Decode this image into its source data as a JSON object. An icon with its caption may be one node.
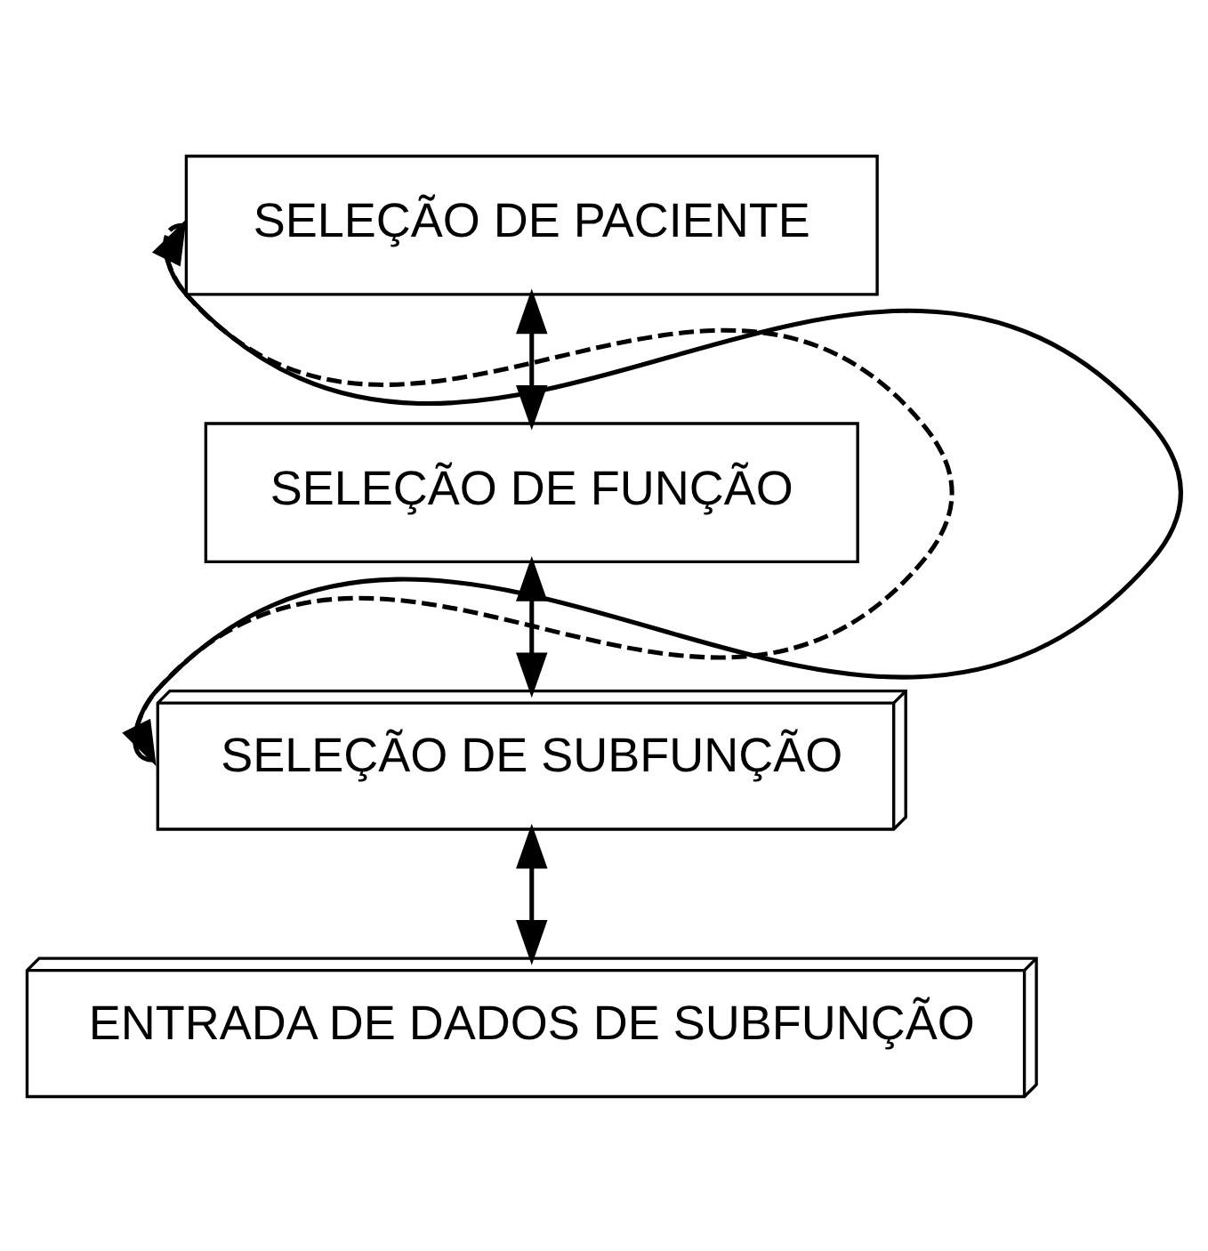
{
  "diagram": {
    "nodes": [
      {
        "text": [
          "SELEÇÃO DE PACIENTE"
        ]
      },
      {
        "text": [
          "SELEÇÃO DE FUNÇÃO"
        ]
      },
      {
        "text": [
          "SELEÇÃO DE SUBFUNÇÃO"
        ]
      },
      {
        "text": [
          "ENTRADA DE DADOS DE SUBFUNÇÃO"
        ]
      }
    ],
    "edges": [
      {
        "from": 0,
        "to": 1,
        "arrow": "both"
      },
      {
        "from": 1,
        "to": 2,
        "arrow": "both"
      },
      {
        "from": 2,
        "to": 3,
        "arrow": "both"
      },
      {
        "from": 2,
        "to": 0,
        "arrow": "to"
      },
      {
        "from": 0,
        "to": 2,
        "arrow": "to",
        "style": "dashed"
      }
    ]
  }
}
